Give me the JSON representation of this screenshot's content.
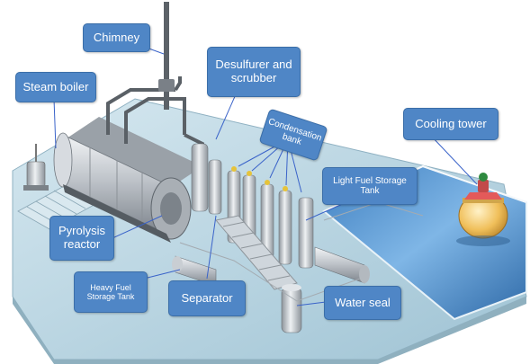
{
  "labels": {
    "chimney": "Chimney",
    "steam_boiler": "Steam boiler",
    "desulfurer": "Desulfurer and scrubber",
    "condensation": "Condensation bank",
    "cooling_tower": "Cooling tower",
    "light_fuel": "Light Fuel Storage Tank",
    "pyrolysis": "Pyrolysis reactor",
    "heavy_fuel": "Heavy Fuel Storage Tank",
    "separator": "Separator",
    "water_seal": "Water seal"
  },
  "colors": {
    "callout_fill": "#4f86c6",
    "leader_line": "#3a63c9",
    "floor": "#b9d6e4",
    "pool_water": "#5b9bd5",
    "metal": "#c9cdd2",
    "cooling_liquid": "#f3c66a",
    "cooling_accent": "#e35a5a"
  }
}
